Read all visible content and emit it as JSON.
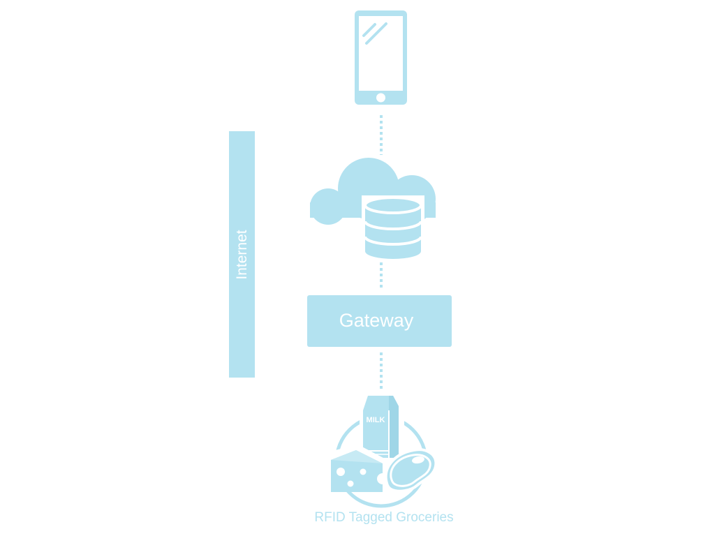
{
  "diagram": {
    "internet_label": "Internet",
    "gateway_label": "Gateway",
    "groceries_label": "RFID Tagged Groceries",
    "milk_label": "MILK"
  },
  "nodes": [
    {
      "id": "smartphone",
      "icon": "smartphone-icon"
    },
    {
      "id": "cloud-database",
      "icon": "cloud-database-icon"
    },
    {
      "id": "gateway",
      "label_ref": "gateway_label"
    },
    {
      "id": "rfid-groceries",
      "icon": "groceries-icon",
      "label_ref": "groceries_label"
    }
  ],
  "edges": [
    {
      "from": "smartphone",
      "to": "cloud-database",
      "style": "dotted"
    },
    {
      "from": "cloud-database",
      "to": "gateway",
      "style": "dotted"
    },
    {
      "from": "gateway",
      "to": "rfid-groceries",
      "style": "dotted"
    }
  ],
  "colors": {
    "primary": "#b3e2f0",
    "background": "#ffffff",
    "label_text": "#ffffff",
    "caption_text": "#b3e2f0"
  }
}
